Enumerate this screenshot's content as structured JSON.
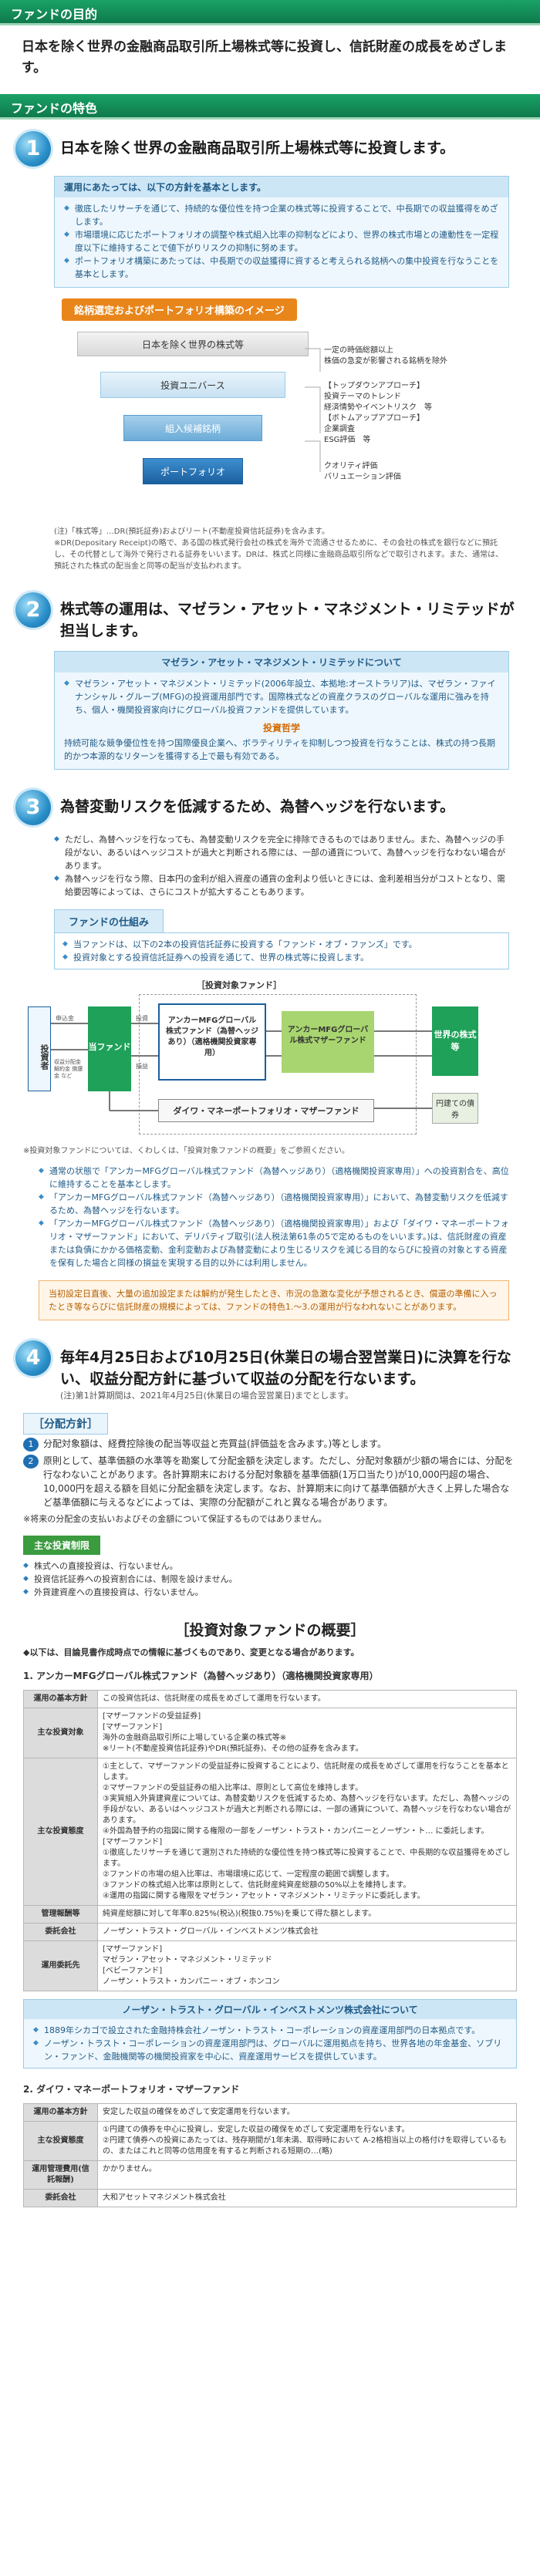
{
  "purpose": {
    "header": "ファンドの目的",
    "text": "日本を除く世界の金融商品取引所上場株式等に投資し、信託財産の成長をめざします。"
  },
  "features": {
    "header": "ファンドの特色",
    "f1": {
      "num": "1",
      "title": "日本を除く世界の金融商品取引所上場株式等に投資します。",
      "box_title": "運用にあたっては、以下の方針を基本とします。",
      "bullets": [
        "徹底したリサーチを通じて、持続的な優位性を持つ企業の株式等に投資することで、中長期での収益獲得をめざします。",
        "市場環境に応じたポートフォリオの調整や株式組入比率の抑制などにより、世界の株式市場との連動性を一定程度以下に維持することで値下がりリスクの抑制に努めます。",
        "ポートフォリオ構築にあたっては、中長期での収益獲得に資すると考えられる銘柄への集中投資を行なうことを基本とします。"
      ],
      "diagram_tab": "銘柄選定およびポートフォリオ構築のイメージ",
      "funnel": [
        "日本を除く世界の株式等",
        "投資ユニバース",
        "組入候補銘柄",
        "ポートフォリオ"
      ],
      "right1": [
        "一定の時価総額以上",
        "株価の急変が影響される銘柄を除外"
      ],
      "right2": [
        "【トップダウンアプローチ】",
        "投資テーマのトレンド",
        "経済情勢やイベントリスク　等",
        "【ボトムアップアプローチ】",
        "企業調査",
        "ESG評価　等"
      ],
      "right3": [
        "クオリティ評価",
        "バリュエーション評価"
      ],
      "notes": [
        "(注)「株式等」…DR(預託証券)およびリート(不動産投資信託証券)を含みます。",
        "※DR(Depositary Receipt)の略で、ある国の株式発行会社の株式を海外で流通させるために、その会社の株式を銀行などに預託し、その代替として海外で発行される証券をいいます。DRは、株式と同様に金融商品取引所などで取引されます。また、通常は、預託された株式の配当金と同等の配当が支払われます。"
      ]
    },
    "f2": {
      "num": "2",
      "title": "株式等の運用は、マゼラン・アセット・マネジメント・リミテッドが担当します。",
      "box_title": "マゼラン・アセット・マネジメント・リミテッドについて",
      "bullet": "マゼラン・アセット・マネジメント・リミテッド(2006年設立、本拠地:オーストラリア)は、マゼラン・ファイナンシャル・グループ(MFG)の投資運用部門です。国際株式などの資産クラスのグローバルな運用に強みを持ち、個人・機関投資家向けにグローバル投資ファンドを提供しています。",
      "phil_title": "投資哲学",
      "phil": "持続可能な競争優位性を持つ国際優良企業へ、ボラティリティを抑制しつつ投資を行なうことは、株式の持つ長期的かつ本源的なリターンを獲得する上で最も有効である。"
    },
    "f3": {
      "num": "3",
      "title": "為替変動リスクを低減するため、為替ヘッジを行ないます。",
      "bullets": [
        "ただし、為替ヘッジを行なっても、為替変動リスクを完全に排除できるものではありません。また、為替ヘッジの手段がない、あるいはヘッジコストが過大と判断される際には、一部の通貨について、為替ヘッジを行なわない場合があります。",
        "為替ヘッジを行なう際、日本円の金利が組入資産の通貨の金利より低いときには、金利差相当分がコストとなり、需給要因等によっては、さらにコストが拡大することもあります。"
      ],
      "scheme_title": "ファンドの仕組み",
      "scheme_bullets": [
        "当ファンドは、以下の2本の投資信託証券に投資する「ファンド・オブ・ファンズ」です。",
        "投資対象とする投資信託証券への投資を通じて、世界の株式等に投資します。"
      ],
      "diagram": {
        "target_label": "［投資対象ファンド］",
        "investor": "投資者",
        "this_fund": "当ファンド",
        "amfg": "アンカーMFGグローバル株式ファンド（為替ヘッジあり）（適格機関投資家専用）",
        "master": "アンカーMFGグローバル株式マザーファンド",
        "world": "世界の株式等",
        "daiwa": "ダイワ・マネーポートフォリオ・マザーファンド",
        "yen": "円建ての債券",
        "apply": "申込金",
        "dist": "収益分配金 解約金 償還金 など",
        "invest": "投資",
        "return": "損益"
      },
      "diagram_note": "※投資対象ファンドについては、くわしくは、「投資対象ファンドの概要」をご参照ください。",
      "bullets2": [
        "通常の状態で「アンカーMFGグローバル株式ファンド（為替ヘッジあり）（適格機関投資家専用）」への投資割合を、高位に維持することを基本とします。",
        "「アンカーMFGグローバル株式ファンド（為替ヘッジあり）（適格機関投資家専用）」において、為替変動リスクを低減するため、為替ヘッジを行ないます。",
        "「アンカーMFGグローバル株式ファンド（為替ヘッジあり）（適格機関投資家専用）」および「ダイワ・マネーポートフォリオ・マザーファンド」において、デリバティブ取引(法人税法第61条の5で定めるものをいいます。)は、信託財産の資産または負債にかかる価格変動、金利変動および為替変動により生じるリスクを減じる目的ならびに投資の対象とする資産を保有した場合と同様の損益を実現する目的以外には利用しません。"
      ],
      "orange": "当初設定日直後、大量の追加設定または解約が発生したとき、市況の急激な変化が予想されるとき、償還の準備に入ったとき等ならびに信託財産の規模によっては、ファンドの特色1.～3.の運用が行なわれないことがあります。"
    },
    "f4": {
      "num": "4",
      "title": "毎年4月25日および10月25日(休業日の場合翌営業日)に決算を行ない、収益分配方針に基づいて収益の分配を行ないます。",
      "sub": "(注)第1計算期間は、2021年4月25日(休業日の場合翌営業日)までとします。",
      "dist_title": "［分配方針］",
      "dist": [
        "分配対象額は、経費控除後の配当等収益と売買益(評価益を含みます。)等とします。",
        "原則として、基準価額の水準等を勘案して分配金額を決定します。ただし、分配対象額が少額の場合には、分配を行なわないことがあります。各計算期末における分配対象額を基準価額(1万口当たり)が10,000円超の場合、10,000円を超える額を目処に分配金額を決定します。なお、計算期末に向けて基準価額が大きく上昇した場合など基準価額に与えるなどによっては、実際の分配額がこれと異なる場合があります。"
      ],
      "dist_note": "※将来の分配金の支払いおよびその金額について保証するものではありません。",
      "limits_title": "主な投資制限",
      "limits": [
        "株式への直接投資は、行ないません。",
        "投資信託証券への投資割合には、制限を設けません。",
        "外貨建資産への直接投資は、行ないません。"
      ]
    }
  },
  "overview": {
    "title": "［投資対象ファンドの概要］",
    "lead": "◆以下は、目論見書作成時点での情報に基づくものであり、変更となる場合があります。",
    "fund1": {
      "name": "1. アンカーMFGグローバル株式ファンド（為替ヘッジあり）（適格機関投資家専用）",
      "rows": [
        [
          "運用の基本方針",
          "この投資信託は、信託財産の成長をめざして運用を行ないます。"
        ],
        [
          "主な投資対象",
          "[マザーファンドの受益証券]\n[マザーファンド]\n海外の金融商品取引所に上場している企業の株式等※\n※リート(不動産投資信託証券)やDR(預託証券)、その他の証券を含みます。"
        ],
        [
          "主な投資態度",
          "①主として、マザーファンドの受益証券に投資することにより、信託財産の成長をめざして運用を行なうことを基本とします。\n②マザーファンドの受益証券の組入比率は、原則として高位を維持します。\n③実質組入外貨建資産については、為替変動リスクを低減するため、為替ヘッジを行ないます。ただし、為替ヘッジの手段がない、あるいはヘッジコストが過大と判断される際には、一部の通貨について、為替ヘッジを行なわない場合があります。\n④外国為替予約の指図に関する権限の一部をノーザン・トラスト・カンパニーとノーザン・ト… に委託します。\n[マザーファンド]\n①徹底したリサーチを通じて選別された持続的な優位性を持つ株式等に投資することで、中長期的な収益獲得をめざします。\n②ファンドの市場の組入比率は、市場環境に応じて、一定程度の範囲で調整します。\n③ファンドの株式組入比率は原則として、信託財産純資産総額の50%以上を維持します。\n④運用の指図に関する権限をマゼラン・アセット・マネジメント・リミテッドに委託します。"
        ],
        [
          "管理報酬等",
          "純資産総額に対して年率0.825%(税込)(税抜0.75%)を乗じて得た額とします。"
        ],
        [
          "委託会社",
          "ノーザン・トラスト・グローバル・インベストメンツ株式会社"
        ],
        [
          "運用委託先",
          "[マザーファンド]\nマゼラン・アセット・マネジメント・リミテッド\n[ベビーファンド]\nノーザン・トラスト・カンパニー・オブ・ホンコン"
        ]
      ]
    },
    "norin": {
      "title": "ノーザン・トラスト・グローバル・インベストメンツ株式会社について",
      "items": [
        "1889年シカゴで設立された金融持株会社ノーザン・トラスト・コーポレーションの資産運用部門の日本拠点です。",
        "ノーザン・トラスト・コーポレーションの資産運用部門は、グローバルに運用拠点を持ち、世界各地の年金基金、ソブリン・ファンド、金融機関等の機関投資家を中心に、資産運用サービスを提供しています。"
      ]
    },
    "fund2": {
      "name": "2. ダイワ・マネーポートフォリオ・マザーファンド",
      "rows": [
        [
          "運用の基本方針",
          "安定した収益の確保をめざして安定運用を行ないます。"
        ],
        [
          "主な投資態度",
          "①円建ての債券を中心に投資し、安定した収益の確保をめざして安定運用を行ないます。\n②円建て債券への投資にあたっては、残存期間が1年未満、取得時において A-2格相当以上の格付けを取得しているもの、またはこれと同等の信用度を有すると判断される短期の…(略)"
        ],
        [
          "運用管理費用(信託報酬)",
          "かかりません。"
        ],
        [
          "委託会社",
          "大和アセットマネジメント株式会社"
        ]
      ]
    }
  }
}
